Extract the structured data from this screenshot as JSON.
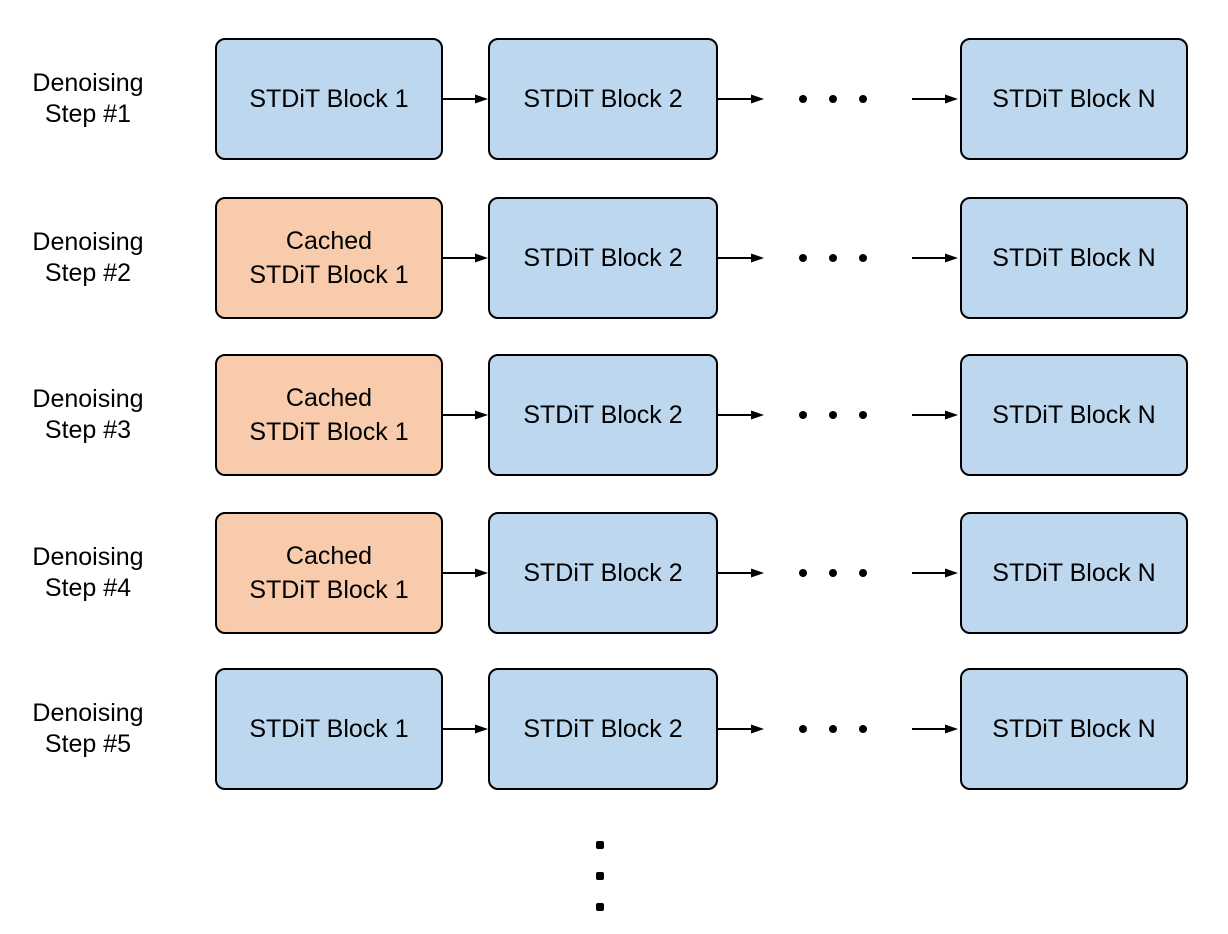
{
  "diagram": {
    "description": "Per-layer caching across denoising steps in an STDiT model",
    "colors": {
      "background": "#FFFFFF",
      "block_fill": "#BDD7EE",
      "cached_block_fill": "#F8CBAD",
      "block_border": "#000000",
      "text": "#000000",
      "arrow": "#000000"
    },
    "icons": {
      "arrow_right": "→",
      "horizontal_ellipsis": "• • •",
      "vertical_ellipsis": "⋮"
    },
    "rows": [
      {
        "label": "Denoising\nStep #1",
        "block1": "STDiT Block 1",
        "block1_cached": false,
        "block2": "STDiT Block 2",
        "blockN": "STDiT Block N"
      },
      {
        "label": "Denoising\nStep #2",
        "block1": "Cached\nSTDiT Block 1",
        "block1_cached": true,
        "block2": "STDiT Block 2",
        "blockN": "STDiT Block N"
      },
      {
        "label": "Denoising\nStep #3",
        "block1": "Cached\nSTDiT Block 1",
        "block1_cached": true,
        "block2": "STDiT Block 2",
        "blockN": "STDiT Block N"
      },
      {
        "label": "Denoising\nStep #4",
        "block1": "Cached\nSTDiT Block 1",
        "block1_cached": true,
        "block2": "STDiT Block 2",
        "blockN": "STDiT Block N"
      },
      {
        "label": "Denoising\nStep #5",
        "block1": "STDiT Block 1",
        "block1_cached": false,
        "block2": "STDiT Block 2",
        "blockN": "STDiT Block N"
      }
    ]
  }
}
